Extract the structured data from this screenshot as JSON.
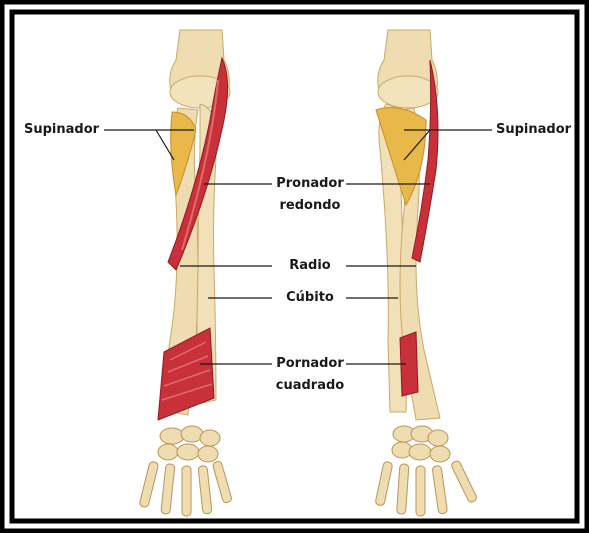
{
  "labels": {
    "supinador_left": "Supinador",
    "supinador_right": "Supinador",
    "pronador_redondo_1": "Pronador",
    "pronador_redondo_2": "redondo",
    "radio": "Radio",
    "cubito": "Cúbito",
    "pronador_cuadrado_1": "Pornador",
    "pronador_cuadrado_2": "cuadrado"
  },
  "colors": {
    "frame_outer": "#000000",
    "frame_inner": "#ffffff",
    "bone": "#efdcb0",
    "bone_shade": "#d4b880",
    "muscle": "#c8303a",
    "muscle_light": "#e06b6b",
    "supinator": "#e8b84a",
    "leader_line": "#1a1a1a"
  }
}
